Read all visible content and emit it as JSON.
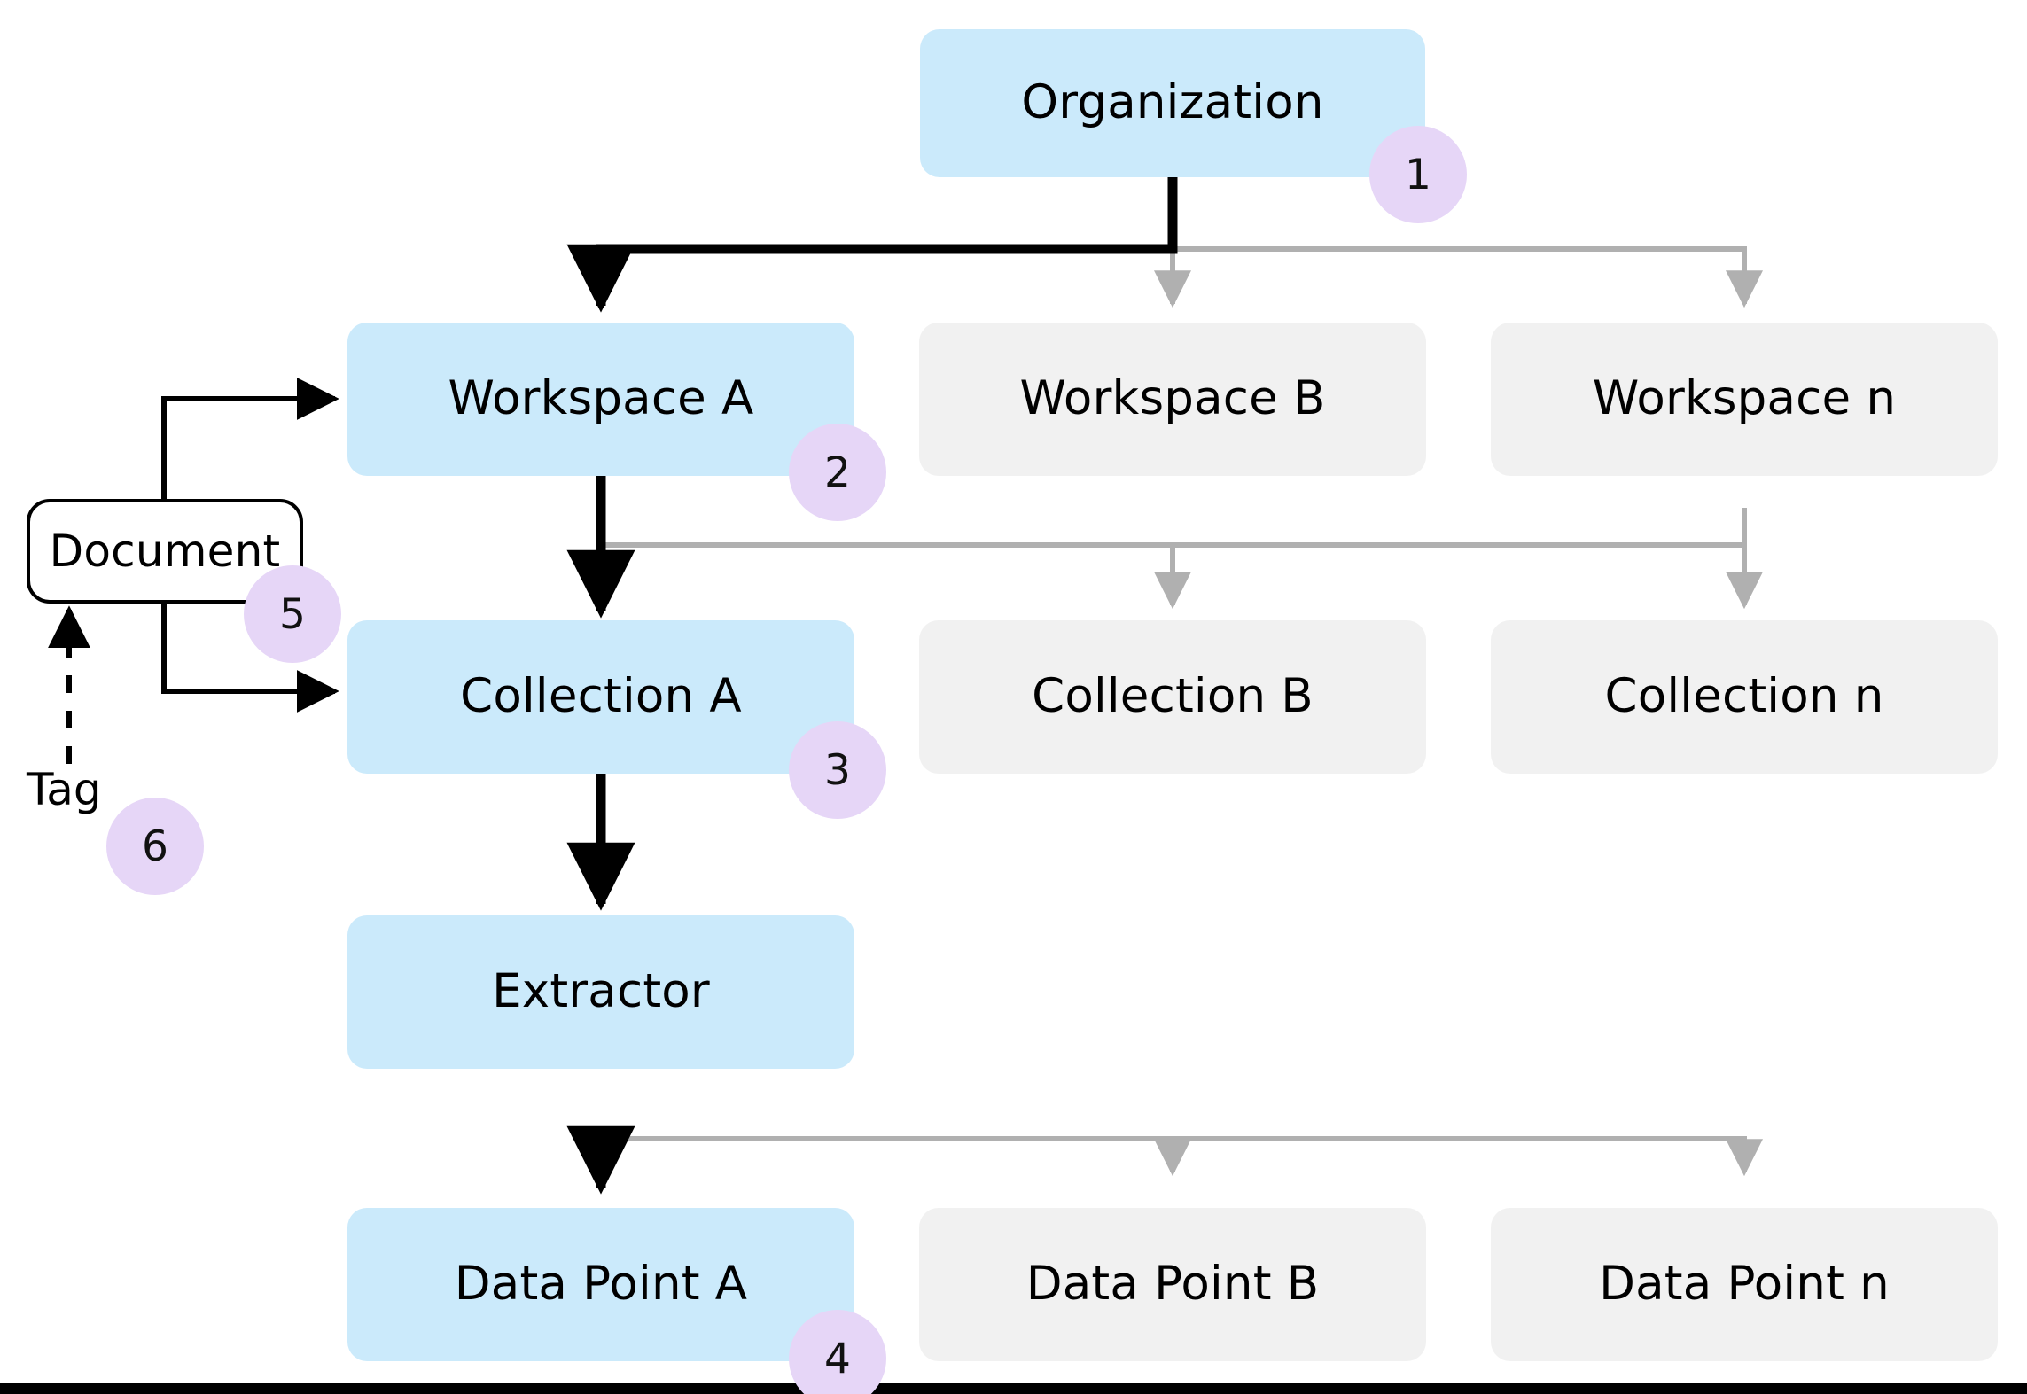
{
  "diagram": {
    "title": "Organization hierarchy diagram",
    "colors": {
      "highlight_fill": "#cbeafb",
      "muted_fill": "#f1f1f1",
      "badge_fill": "#e6d6f7",
      "primary_edge": "#000000",
      "muted_edge": "#b0b0b0"
    },
    "nodes": {
      "organization": {
        "label": "Organization"
      },
      "workspace_a": {
        "label": "Workspace A"
      },
      "workspace_b": {
        "label": "Workspace B"
      },
      "workspace_n": {
        "label": "Workspace n"
      },
      "collection_a": {
        "label": "Collection A"
      },
      "collection_b": {
        "label": "Collection B"
      },
      "collection_n": {
        "label": "Collection n"
      },
      "extractor": {
        "label": "Extractor"
      },
      "data_point_a": {
        "label": "Data Point A"
      },
      "data_point_b": {
        "label": "Data Point B"
      },
      "data_point_n": {
        "label": "Data Point n"
      },
      "document": {
        "label": "Document"
      },
      "tag": {
        "label": "Tag"
      }
    },
    "badges": {
      "one": "1",
      "two": "2",
      "three": "3",
      "four": "4",
      "five": "5",
      "six": "6"
    }
  }
}
